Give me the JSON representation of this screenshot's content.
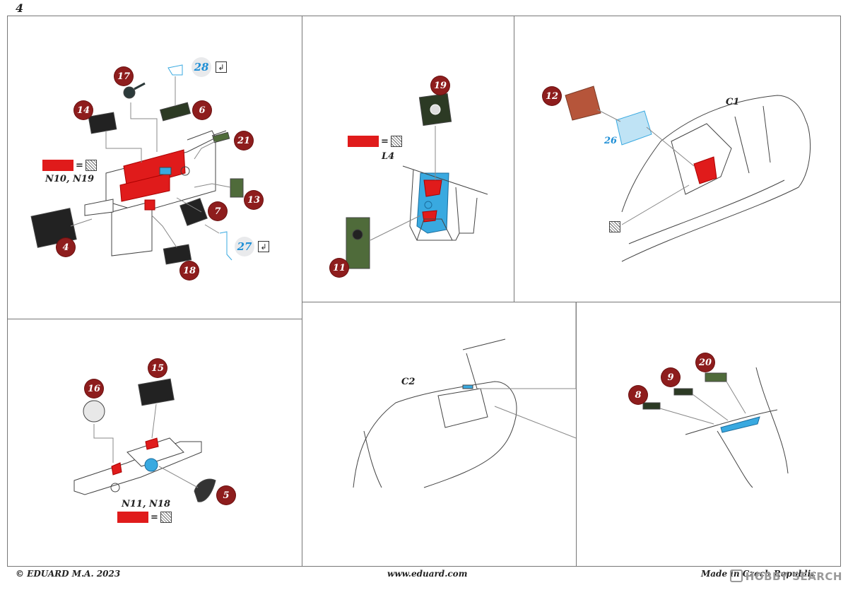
{
  "page": {
    "number": "4"
  },
  "footer": {
    "copyright": "© EDUARD  M.A. 2023",
    "website": "www.eduard.com",
    "origin": "Made in Czech Republic",
    "watermark": "HOBBY SEARCH"
  },
  "colors": {
    "part_badge": "#8e1d1d",
    "paint_red": "#e01b1b",
    "film_blue": "#1f8fd6",
    "green_panel": "#4f6b3a"
  },
  "panel_a": {
    "parts": [
      "17",
      "14",
      "6",
      "21",
      "13",
      "7",
      "4",
      "18"
    ],
    "film_parts": [
      "28",
      "27"
    ],
    "paint_legend_label": "N10, N19"
  },
  "panel_b": {
    "parts": [
      "19",
      "11"
    ],
    "label": "L4"
  },
  "panel_c": {
    "parts": [
      "12"
    ],
    "film_parts": [
      "26"
    ],
    "label": "C1"
  },
  "panel_d": {
    "parts": [
      "16",
      "15",
      "5"
    ],
    "paint_legend_label": "N11, N18"
  },
  "panel_e": {
    "label": "C2"
  },
  "panel_f": {
    "parts": [
      "8",
      "9",
      "20"
    ]
  },
  "legend": {
    "equals": "="
  },
  "icons": {
    "fold": "fold-arrow-icon",
    "etch": "etch-hatch-icon"
  }
}
